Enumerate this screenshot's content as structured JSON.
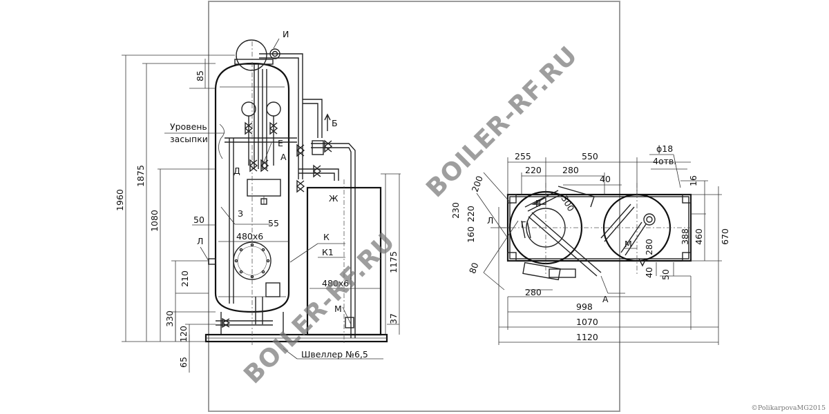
{
  "labels": {
    "callout_i": "И",
    "callout_b": "Б",
    "callout_v": "В",
    "callout_a": "А",
    "callout_a2": "А",
    "callout_e": "Е",
    "callout_d": "Д",
    "callout_g": "Г",
    "callout_zh": "Ж",
    "callout_z": "З",
    "callout_k": "К",
    "callout_k1": "К1",
    "callout_l": "Л",
    "callout_l2": "Л",
    "callout_m": "М",
    "callout_m2": "М",
    "level_line1": "Уровень",
    "level_line2": "засыпки",
    "channel": "Швеллер №6,5"
  },
  "dims_front": {
    "d1960": "1960",
    "d1875": "1875",
    "d1080": "1080",
    "d85": "85",
    "d50": "50",
    "d55": "55",
    "d480x6": "480х6",
    "d480x6b": "480х6",
    "d210": "210",
    "d330": "330",
    "d120": "120",
    "d65": "65",
    "d1175": "1175",
    "d37": "37"
  },
  "dims_plan": {
    "d255": "255",
    "d550": "550",
    "dphi18": "ϕ18",
    "d4otv": "4отв.",
    "d220": "220",
    "d280": "280",
    "d40": "40",
    "d16": "16",
    "d200": "200",
    "d300": "300",
    "d230": "230",
    "d220b": "220",
    "d160": "160",
    "d388": "388",
    "d460": "460",
    "d670": "670",
    "d280b": "280",
    "d40b": "40",
    "d50": "50",
    "d80": "80",
    "d280c": "280",
    "d998": "998",
    "d1070": "1070",
    "d1120": "1120"
  },
  "watermark": "BOILER-RF.RU",
  "copyright": "©PolikarpovaMG2015"
}
